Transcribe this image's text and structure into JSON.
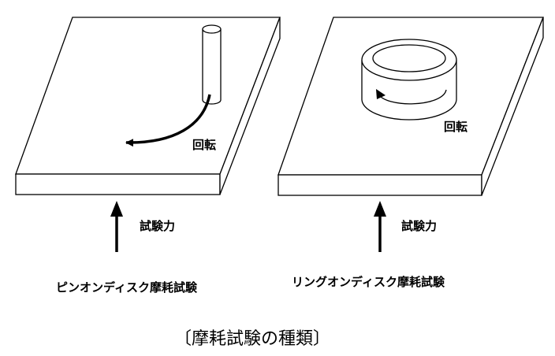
{
  "left_panel": {
    "rotation_label": "回転",
    "force_label": "試験力",
    "name": "ピンオンディスク摩耗試験"
  },
  "right_panel": {
    "rotation_label": "回転",
    "force_label": "試験力",
    "name": "リングオンディスク摩耗試験"
  },
  "caption": "〔摩耗試験の種類〕",
  "colors": {
    "line": "#000000",
    "background": "#ffffff"
  }
}
